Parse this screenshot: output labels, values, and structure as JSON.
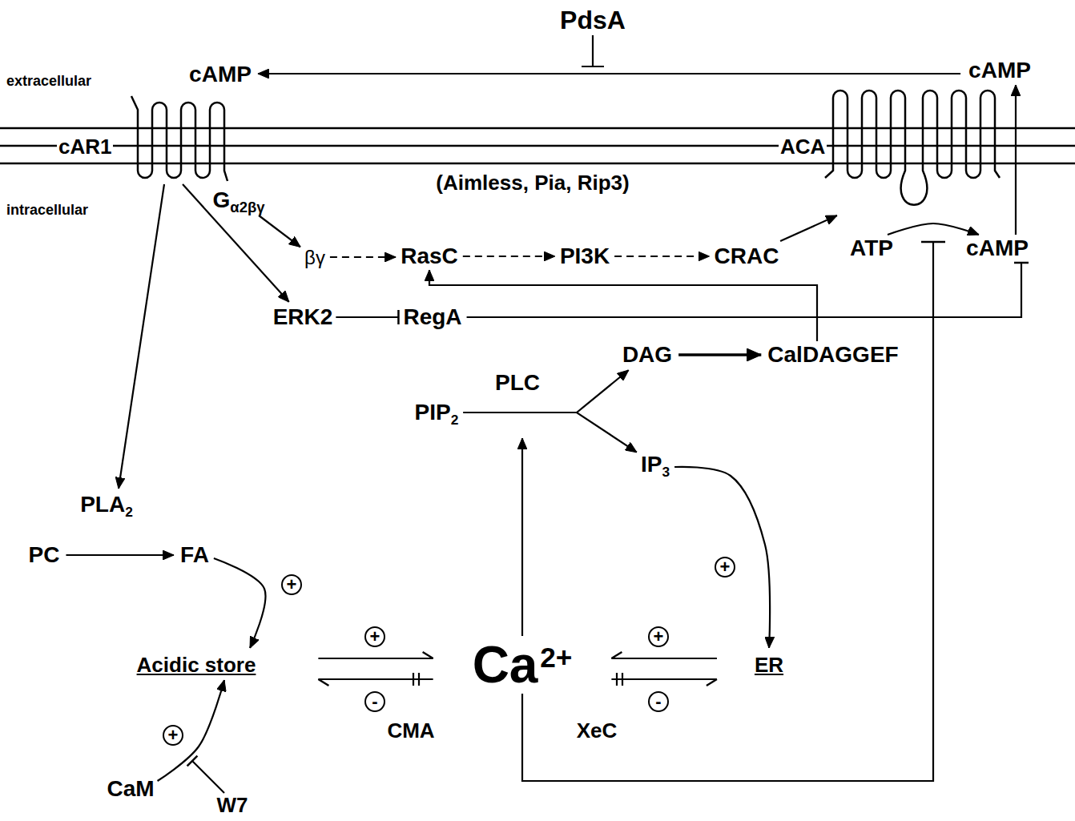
{
  "diagram": {
    "nodes": [
      {
        "text": [
          "cAMP"
        ]
      },
      {
        "text": [
          "cAMP"
        ]
      },
      {
        "text": [
          "cAR1"
        ]
      },
      {
        "text": [
          "ACA"
        ]
      },
      {
        "text": [
          "G",
          "α2βγ"
        ]
      },
      {
        "text": [
          "βγ"
        ]
      },
      {
        "text": [
          "RasC"
        ]
      },
      {
        "text": [
          "PI3K"
        ]
      },
      {
        "text": [
          "CRAC"
        ]
      },
      {
        "text": [
          "ATP"
        ]
      },
      {
        "text": [
          "cAMP"
        ]
      },
      {
        "text": [
          "ERK2"
        ]
      },
      {
        "text": [
          "RegA"
        ]
      },
      {
        "text": [
          "DAG"
        ]
      },
      {
        "text": [
          "CalDAGGEF"
        ]
      },
      {
        "text": [
          "PLC"
        ]
      },
      {
        "text": [
          "PIP",
          "2"
        ]
      },
      {
        "text": [
          "IP",
          "3"
        ]
      },
      {
        "text": [
          "PLA",
          "2"
        ]
      },
      {
        "text": [
          "PC"
        ]
      },
      {
        "text": [
          "FA"
        ]
      },
      {
        "text": [
          "Acidic store"
        ]
      },
      {
        "text": [
          "Ca",
          "2+"
        ]
      },
      {
        "text": [
          "ER"
        ]
      },
      {
        "text": [
          "CaM"
        ]
      }
    ],
    "edges": [
      {
        "from": 1,
        "to": 0,
        "arrow": "to"
      },
      {
        "from": 10,
        "to": 1,
        "arrow": "to"
      },
      {
        "from": 2,
        "to": 18,
        "arrow": "to"
      },
      {
        "from": 2,
        "to": 11,
        "arrow": "to"
      },
      {
        "from": 4,
        "to": 5,
        "arrow": "to"
      },
      {
        "from": 5,
        "to": 6,
        "arrow": "to"
      },
      {
        "from": 6,
        "to": 7,
        "arrow": "to"
      },
      {
        "from": 7,
        "to": 8,
        "arrow": "to"
      },
      {
        "from": 8,
        "to": 3,
        "arrow": "to"
      },
      {
        "from": 9,
        "to": 10,
        "arrow": "to"
      },
      {
        "from": 11,
        "to": 12,
        "arrow": "to"
      },
      {
        "from": 12,
        "to": 10,
        "arrow": "to"
      },
      {
        "from": 14,
        "to": 6,
        "arrow": "to"
      },
      {
        "from": 13,
        "to": 14,
        "arrow": "to"
      },
      {
        "from": 16,
        "to": 13,
        "arrow": "to"
      },
      {
        "from": 16,
        "to": 17,
        "arrow": "to"
      },
      {
        "from": 19,
        "to": 20,
        "arrow": "to"
      },
      {
        "from": 20,
        "to": 21,
        "label": "+",
        "arrow": "to"
      },
      {
        "from": 17,
        "to": 23,
        "label": "+",
        "arrow": "to"
      },
      {
        "from": 21,
        "to": 22,
        "label": "+",
        "arrow": "to"
      },
      {
        "from": 22,
        "to": 21,
        "label": "-",
        "arrow": "to"
      },
      {
        "from": 23,
        "to": 22,
        "label": "+",
        "arrow": "to"
      },
      {
        "from": 22,
        "to": 23,
        "label": "-",
        "arrow": "to"
      },
      {
        "from": 22,
        "to": 15,
        "arrow": "to"
      },
      {
        "from": 24,
        "to": 21,
        "label": "+",
        "arrow": "to"
      }
    ],
    "labels": [
      "PdsA",
      "extracellular",
      "intracellular",
      "(Aimless, Pia, Rip3)",
      "CMA",
      "XeC",
      "W7"
    ]
  }
}
